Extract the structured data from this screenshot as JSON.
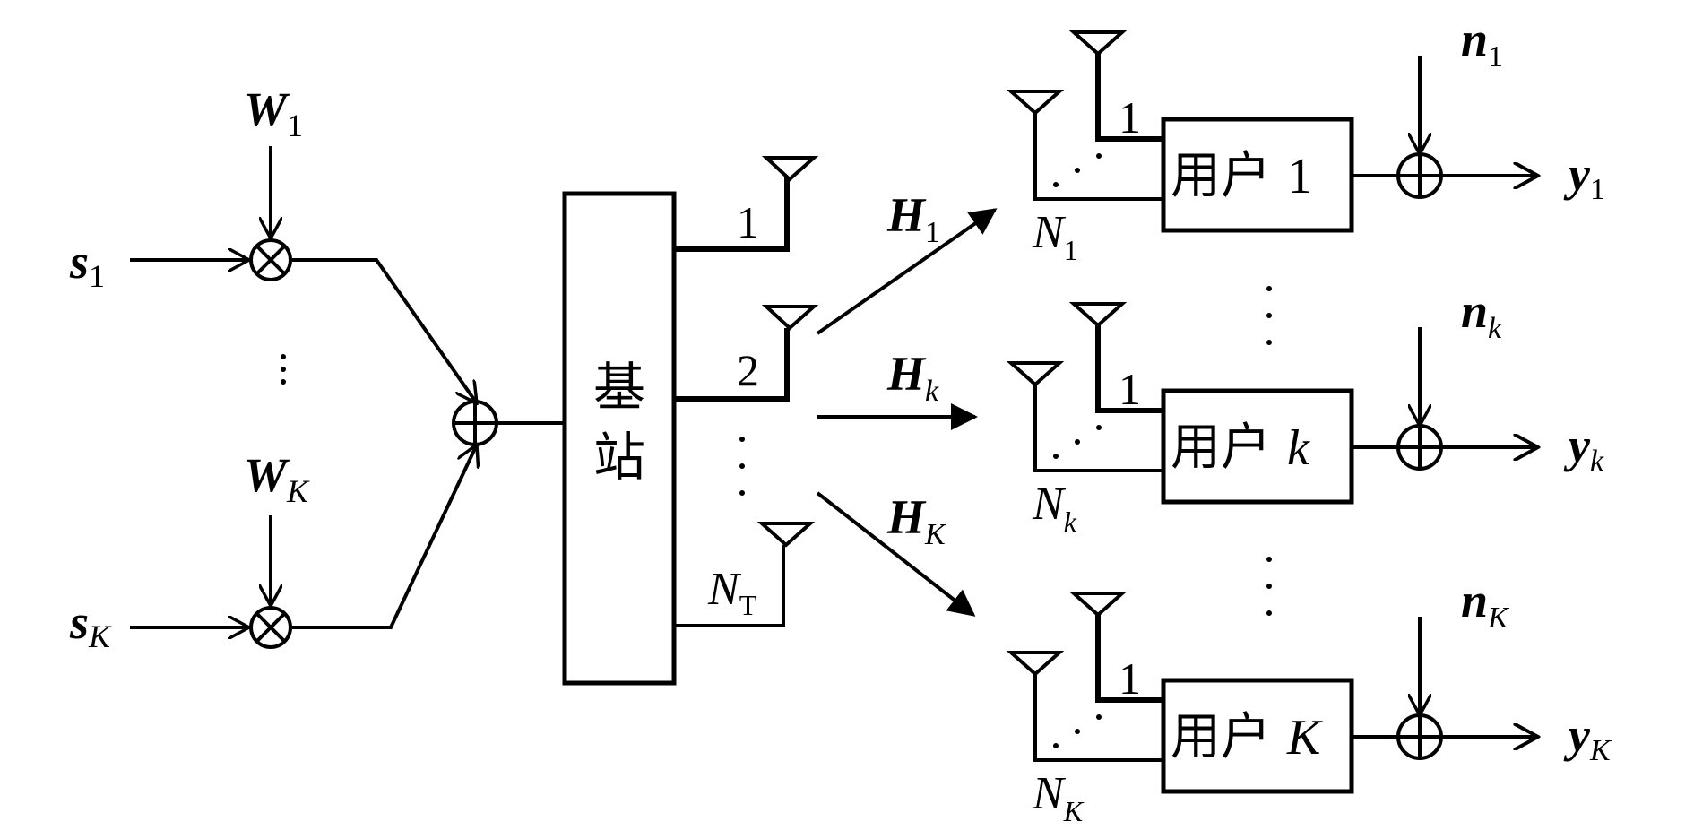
{
  "inputs": {
    "s1": {
      "main": "s",
      "sub": "1"
    },
    "sK": {
      "main": "s",
      "sub": "K"
    }
  },
  "weights": {
    "w1": {
      "main": "W",
      "sub": "1"
    },
    "wK": {
      "main": "W",
      "sub": "K"
    }
  },
  "base_station": {
    "line1": "基",
    "line2": "站"
  },
  "bs_antennas": {
    "a1": "1",
    "a2": "2",
    "aN_main": "N",
    "aN_sub": "T"
  },
  "channels": {
    "h1": {
      "main": "H",
      "sub": "1"
    },
    "hk": {
      "main": "H",
      "sub": "k"
    },
    "hK": {
      "main": "H",
      "sub": "K"
    }
  },
  "users": [
    {
      "label": "用户",
      "index": "1",
      "antenna_one": "1",
      "ant_main": "N",
      "ant_sub": "1",
      "noise_main": "n",
      "noise_sub": "1",
      "out_main": "y",
      "out_sub": "1"
    },
    {
      "label": "用户",
      "index": "k",
      "antenna_one": "1",
      "ant_main": "N",
      "ant_sub": "k",
      "noise_main": "n",
      "noise_sub": "k",
      "out_main": "y",
      "out_sub": "k"
    },
    {
      "label": "用户",
      "index": "K",
      "antenna_one": "1",
      "ant_main": "N",
      "ant_sub": "K",
      "noise_main": "n",
      "noise_sub": "K",
      "out_main": "y",
      "out_sub": "K"
    }
  ]
}
